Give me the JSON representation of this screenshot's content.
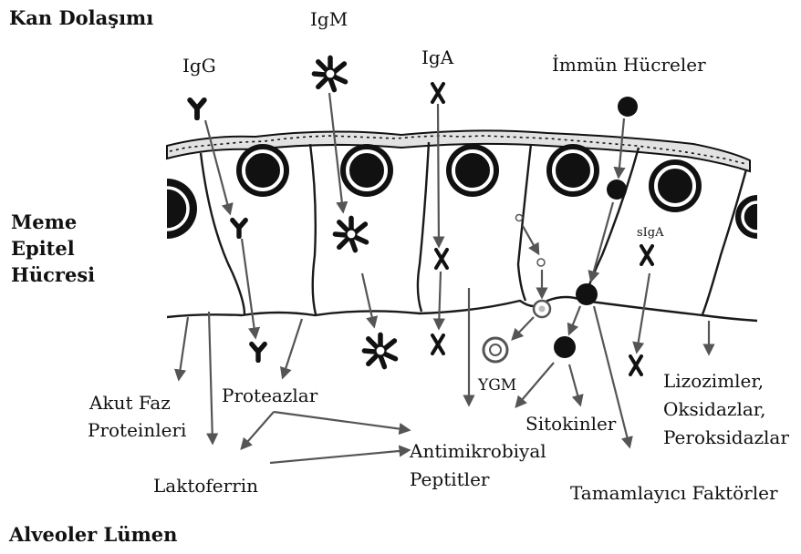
{
  "region_labels": {
    "blood": "Kan Dolaşımı",
    "epithelium": [
      "Meme",
      "Epitel",
      "Hücresi"
    ],
    "lumen": "Alveoler Lümen"
  },
  "molecule_labels": {
    "igg": "IgG",
    "igm": "IgM",
    "iga": "IgA",
    "siga": "sIgA",
    "immune_cells": "İmmün Hücreler",
    "ygm": "YGM"
  },
  "output_labels": {
    "acute_phase": [
      "Akut Faz",
      "Proteinleri"
    ],
    "proteases": "Proteazlar",
    "lactoferrin": "Laktoferrin",
    "antimicrobial": [
      "Antimikrobiyal",
      "Peptitler"
    ],
    "cytokines": "Sitokinler",
    "complement": "Tamamlayıcı Faktörler",
    "enzymes": [
      "Lizozimler,",
      "Oksidazlar,",
      "Peroksidazlar"
    ]
  },
  "colors": {
    "ink": "#111111",
    "arrow": "#555555",
    "background": "#ffffff"
  }
}
